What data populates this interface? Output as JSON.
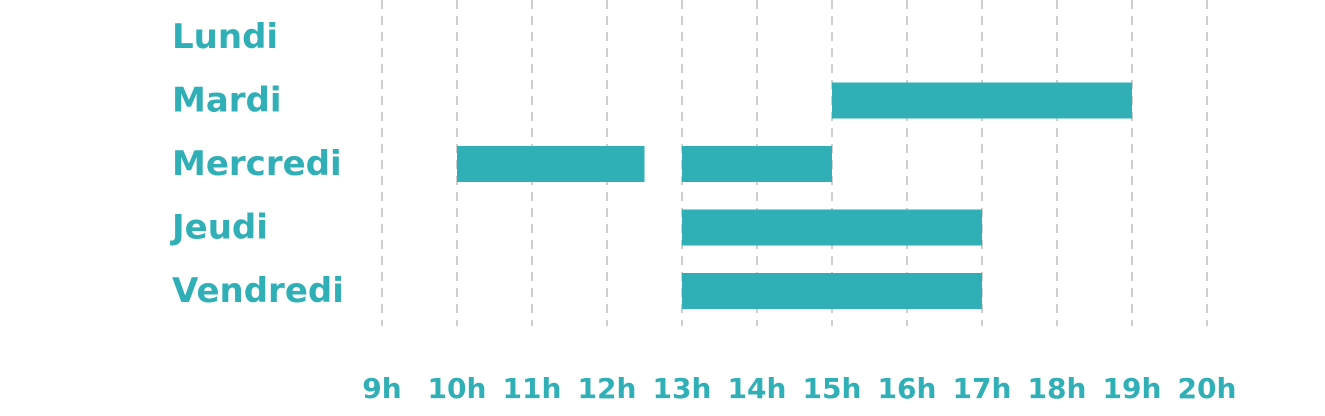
{
  "colors": {
    "accent": "#30afb6",
    "grid": "#bdbdbd",
    "background": "#ffffff"
  },
  "chart_data": {
    "type": "bar",
    "orientation": "horizontal",
    "categories": [
      "Lundi",
      "Mardi",
      "Mercredi",
      "Jeudi",
      "Vendredi"
    ],
    "x_ticks": [
      "9h",
      "10h",
      "11h",
      "12h",
      "13h",
      "14h",
      "15h",
      "16h",
      "17h",
      "18h",
      "19h",
      "20h"
    ],
    "xlim": [
      9,
      20
    ],
    "grid": "vertical-dashed",
    "legend": "none",
    "intervals": [
      {
        "category": "Lundi",
        "ranges": []
      },
      {
        "category": "Mardi",
        "ranges": [
          [
            15,
            19
          ]
        ]
      },
      {
        "category": "Mercredi",
        "ranges": [
          [
            10,
            12.5
          ],
          [
            13,
            15
          ]
        ]
      },
      {
        "category": "Jeudi",
        "ranges": [
          [
            13,
            17
          ]
        ]
      },
      {
        "category": "Vendredi",
        "ranges": [
          [
            13,
            17
          ]
        ]
      }
    ],
    "title": "",
    "xlabel": "",
    "ylabel": ""
  }
}
